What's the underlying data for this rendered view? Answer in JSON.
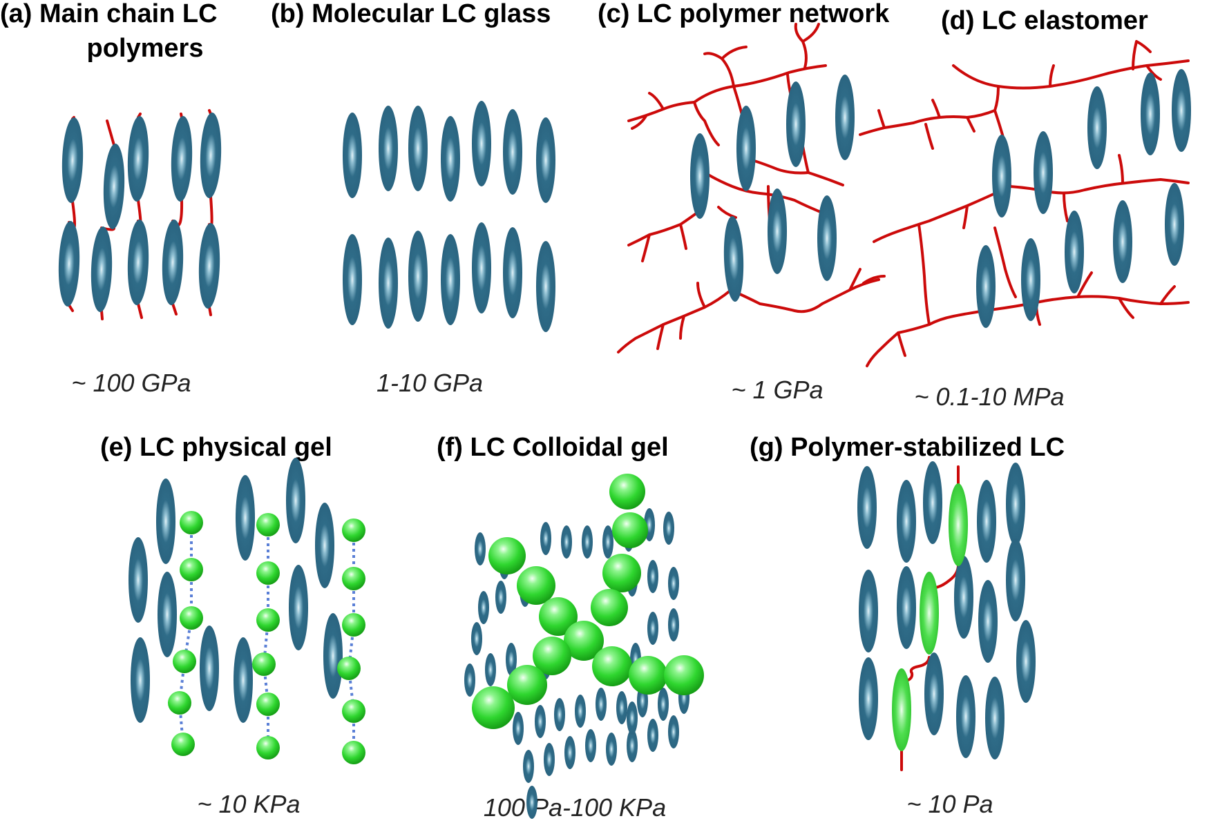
{
  "colors": {
    "mesogen": "#2c6a87",
    "mesogen_highlight": "#d6edf5",
    "polymer_chain": "#cc0a0a",
    "green_particle": "#2fd62f",
    "green_particle_highlight": "#eaffea",
    "dotted_link": "#5a7fd6",
    "text": "#000000"
  },
  "panels": {
    "a": {
      "title_line1": "(a) Main chain LC",
      "title_line2": "polymers",
      "modulus": "~ 100 GPa"
    },
    "b": {
      "title": "(b) Molecular LC glass",
      "modulus": "1-10 GPa"
    },
    "c": {
      "title": "(c) LC polymer network",
      "modulus": "~ 1 GPa"
    },
    "d": {
      "title": "(d) LC elastomer",
      "modulus": "~ 0.1-10 MPa"
    },
    "e": {
      "title": "(e) LC physical gel",
      "modulus": "~ 10 KPa"
    },
    "f": {
      "title": "(f) LC Colloidal gel",
      "modulus": "100 Pa-100 KPa"
    },
    "g": {
      "title": "(g) Polymer-stabilized LC",
      "modulus": "~ 10 Pa"
    }
  }
}
